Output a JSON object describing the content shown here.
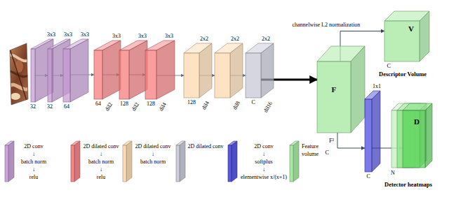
{
  "diagram": {
    "nodes": [
      {
        "text": [
          "3x3",
          "32"
        ]
      },
      {
        "text": [
          "3x3",
          "32"
        ]
      },
      {
        "text": [
          "3x3",
          "64"
        ]
      },
      {
        "text": [
          "3x3",
          "64",
          "dil2"
        ]
      },
      {
        "text": [
          "3x3",
          "128",
          "dil2"
        ]
      },
      {
        "text": [
          "3x3",
          "128",
          "dil4"
        ]
      },
      {
        "text": [
          "2x2",
          "128",
          "dil4"
        ]
      },
      {
        "text": [
          "2x2",
          "dil8"
        ]
      },
      {
        "text": [
          "2x2",
          "C",
          "dil16"
        ]
      },
      {
        "text": [
          "F",
          "C"
        ]
      },
      {
        "text": [
          "V",
          "C",
          "Descriptor Volume"
        ]
      },
      {
        "text": [
          "1x1",
          "C"
        ]
      },
      {
        "text": [
          "D",
          "N",
          "Detector heatmaps"
        ]
      }
    ],
    "edges": [
      {
        "from": 0,
        "to": 1,
        "arrow": "to"
      },
      {
        "from": 1,
        "to": 2,
        "arrow": "to"
      },
      {
        "from": 2,
        "to": 3,
        "arrow": "to"
      },
      {
        "from": 3,
        "to": 4,
        "arrow": "to"
      },
      {
        "from": 4,
        "to": 5,
        "arrow": "to"
      },
      {
        "from": 5,
        "to": 6,
        "arrow": "to"
      },
      {
        "from": 6,
        "to": 7,
        "arrow": "to"
      },
      {
        "from": 7,
        "to": 8,
        "arrow": "to"
      },
      {
        "from": 8,
        "to": 9,
        "arrow": "to"
      },
      {
        "from": 9,
        "to": 10,
        "label": "channelwise L2 normalization",
        "arrow": "to"
      },
      {
        "from": 9,
        "to": 11,
        "label": "F²",
        "arrow": "to"
      },
      {
        "from": 11,
        "to": 12,
        "arrow": "to"
      }
    ],
    "legend": [
      {
        "text": "2D conv ↓ batch norm ↓ relu",
        "color": "#c49ad6"
      },
      {
        "text": "2D dilated conv ↓ batch norm ↓ relu",
        "color": "#f5787a"
      },
      {
        "text": "2D dilated conv ↓ batch norm",
        "color": "#fcd8ad"
      },
      {
        "text": "2D dilated conv",
        "color": "#c6c6d6"
      },
      {
        "text": "2D conv ↓ softplus ↓ elementwise x/(x+1)",
        "color": "#4646dc"
      },
      {
        "text": "Feature volume",
        "color": "#9fe89a"
      }
    ]
  }
}
